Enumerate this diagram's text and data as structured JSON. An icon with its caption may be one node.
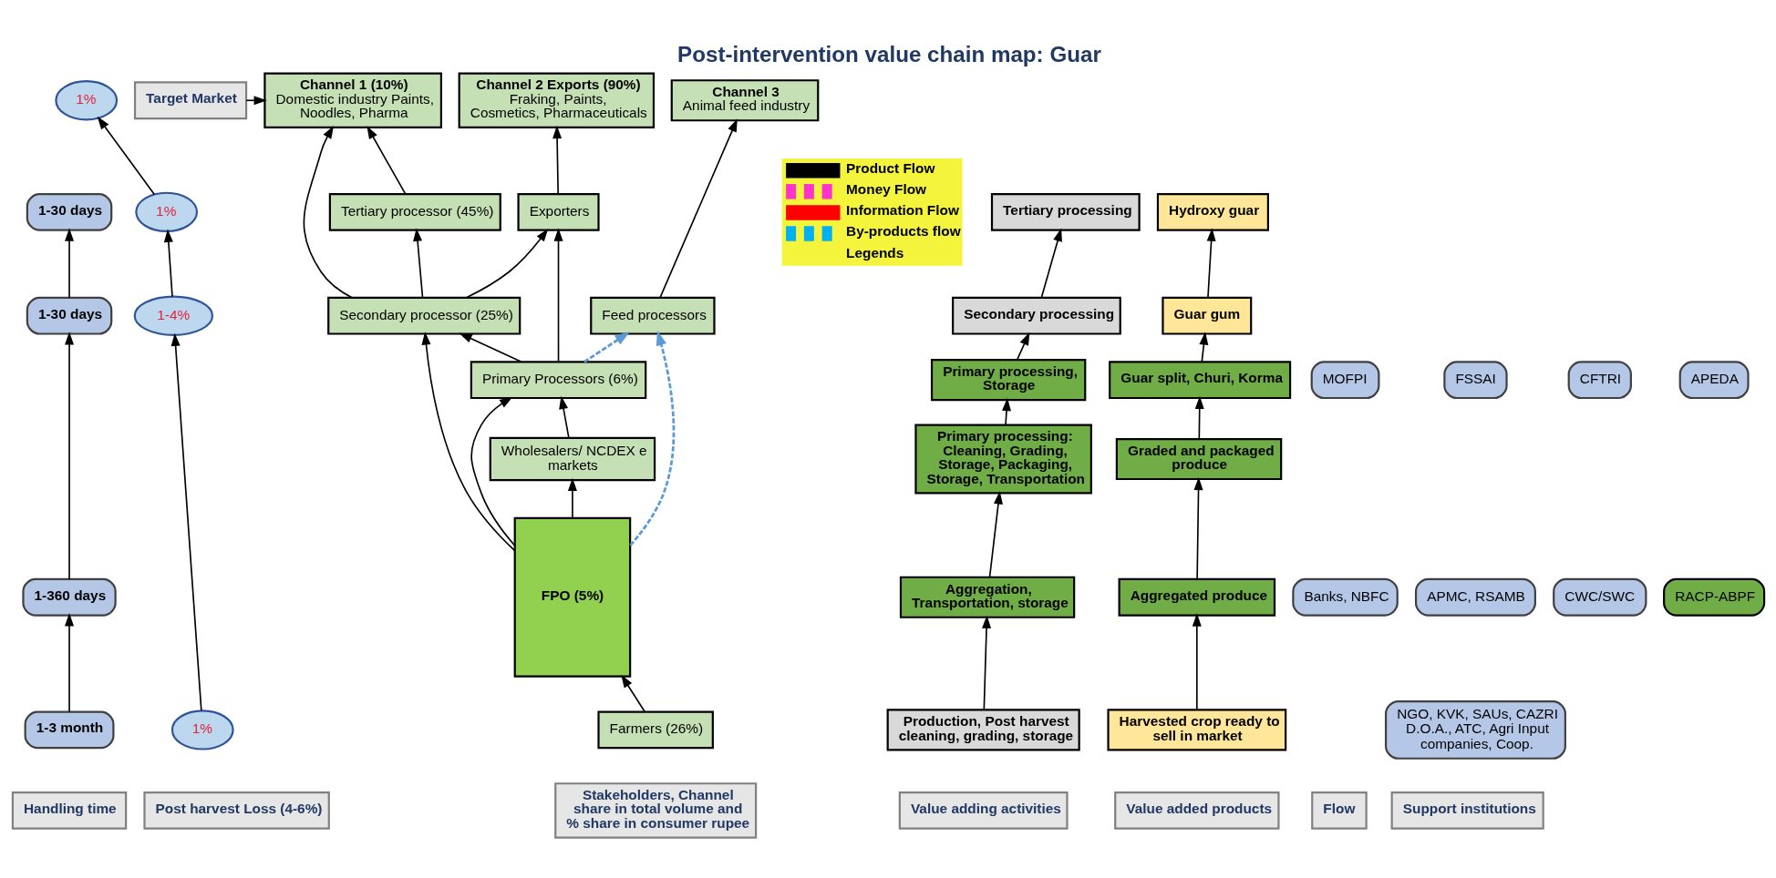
{
  "diagram": {
    "title": "Post-intervention value chain map: Guar",
    "nodes": [
      {
        "text": [
          "Target Market"
        ]
      },
      {
        "text": [
          "Channel 1 (10%)",
          "Domestic industry Paints, Noodles, Pharma"
        ]
      },
      {
        "text": [
          "Channel 2 Exports (90%)",
          "Fraking, Paints, Cosmetics, Pharmaceuticals"
        ]
      },
      {
        "text": [
          "Channel 3",
          "Animal feed industry"
        ]
      },
      {
        "text": [
          "1-30 days"
        ]
      },
      {
        "text": [
          "1-30 days"
        ]
      },
      {
        "text": [
          "1-360 days"
        ]
      },
      {
        "text": [
          "1-3 month"
        ]
      },
      {
        "text": [
          "1%"
        ]
      },
      {
        "text": [
          "1%"
        ]
      },
      {
        "text": [
          "1-4%"
        ]
      },
      {
        "text": [
          "1%"
        ]
      },
      {
        "text": [
          "Tertiary processor (45%)"
        ]
      },
      {
        "text": [
          "Exporters"
        ]
      },
      {
        "text": [
          "Secondary processor (25%)"
        ]
      },
      {
        "text": [
          "Feed processors"
        ]
      },
      {
        "text": [
          "Primary Processors (6%)"
        ]
      },
      {
        "text": [
          "Wholesalers/ NCDEX e markets"
        ]
      },
      {
        "text": [
          "FPO (5%)"
        ]
      },
      {
        "text": [
          "Farmers (26%)"
        ]
      },
      {
        "text": [
          "Tertiary processing"
        ]
      },
      {
        "text": [
          "Secondary processing"
        ]
      },
      {
        "text": [
          "Primary processing, Storage"
        ]
      },
      {
        "text": [
          "Primary processing: Cleaning, Grading, Storage, Packaging, Storage, Transportation"
        ]
      },
      {
        "text": [
          "Aggregation, Transportation, storage"
        ]
      },
      {
        "text": [
          "Production, Post harvest cleaning, grading, storage"
        ]
      },
      {
        "text": [
          "Hydroxy guar"
        ]
      },
      {
        "text": [
          "Guar gum"
        ]
      },
      {
        "text": [
          "Guar split, Churi, Korma"
        ]
      },
      {
        "text": [
          "Graded and packaged produce"
        ]
      },
      {
        "text": [
          "Aggregated produce"
        ]
      },
      {
        "text": [
          "Harvested crop ready to sell in market"
        ]
      },
      {
        "text": [
          "FSSAI"
        ]
      },
      {
        "text": [
          "CFTRI"
        ]
      },
      {
        "text": [
          "APEDA"
        ]
      },
      {
        "text": [
          "MOFPI"
        ]
      },
      {
        "text": [
          "APMC, RSAMB"
        ]
      },
      {
        "text": [
          "CWC/SWC"
        ]
      },
      {
        "text": [
          "RACP-ABPF"
        ]
      },
      {
        "text": [
          "Banks, NBFC"
        ]
      },
      {
        "text": [
          "NGO, KVK, SAUs, CAZRI D.O.A., ATC, Agri Input companies, Coop."
        ]
      },
      {
        "text": [
          "Handling time"
        ]
      },
      {
        "text": [
          "Post harvest Loss (4-6%)"
        ]
      },
      {
        "text": [
          "Stakeholders, Channel share in total volume and % share in consumer rupee"
        ]
      },
      {
        "text": [
          "Value adding activities"
        ]
      },
      {
        "text": [
          "Value added products"
        ]
      },
      {
        "text": [
          "Flow"
        ]
      },
      {
        "text": [
          "Support institutions"
        ]
      }
    ],
    "edges": [
      {
        "from": 0,
        "to": 1,
        "arrow": "to"
      },
      {
        "from": 12,
        "to": 1,
        "arrow": "to"
      },
      {
        "from": 14,
        "to": 1,
        "arrow": "to"
      },
      {
        "from": 14,
        "to": 12,
        "arrow": "to"
      },
      {
        "from": 13,
        "to": 2,
        "arrow": "to"
      },
      {
        "from": 14,
        "to": 13,
        "arrow": "to"
      },
      {
        "from": 16,
        "to": 13,
        "arrow": "to"
      },
      {
        "from": 15,
        "to": 3,
        "arrow": "to"
      },
      {
        "from": 16,
        "to": 14,
        "arrow": "to"
      },
      {
        "from": 18,
        "to": 14,
        "arrow": "to"
      },
      {
        "from": 17,
        "to": 16,
        "arrow": "to"
      },
      {
        "from": 18,
        "to": 16,
        "arrow": "to"
      },
      {
        "from": 18,
        "to": 17,
        "arrow": "to"
      },
      {
        "from": 19,
        "to": 18,
        "arrow": "to"
      },
      {
        "from": 16,
        "to": 15,
        "arrow": "to",
        "style": "dashed",
        "color": "#5b9bd5"
      },
      {
        "from": 18,
        "to": 15,
        "arrow": "to",
        "style": "dashed",
        "color": "#5b9bd5"
      },
      {
        "from": 7,
        "to": 6,
        "arrow": "to"
      },
      {
        "from": 6,
        "to": 5,
        "arrow": "to"
      },
      {
        "from": 5,
        "to": 4,
        "arrow": "to"
      },
      {
        "from": 11,
        "to": 10,
        "arrow": "to"
      },
      {
        "from": 10,
        "to": 9,
        "arrow": "to"
      },
      {
        "from": 9,
        "to": 8,
        "arrow": "to"
      },
      {
        "from": 25,
        "to": 24,
        "arrow": "to"
      },
      {
        "from": 24,
        "to": 23,
        "arrow": "to"
      },
      {
        "from": 23,
        "to": 22,
        "arrow": "to"
      },
      {
        "from": 22,
        "to": 21,
        "arrow": "to"
      },
      {
        "from": 21,
        "to": 20,
        "arrow": "to"
      },
      {
        "from": 31,
        "to": 30,
        "arrow": "to"
      },
      {
        "from": 30,
        "to": 29,
        "arrow": "to"
      },
      {
        "from": 29,
        "to": 28,
        "arrow": "to"
      },
      {
        "from": 28,
        "to": 27,
        "arrow": "to"
      },
      {
        "from": 27,
        "to": 26,
        "arrow": "to"
      }
    ],
    "labels": [
      "Legends"
    ],
    "legend": [
      {
        "text": "Product Flow"
      },
      {
        "text": "Money Flow"
      },
      {
        "text": "Information Flow"
      },
      {
        "text": "By-products flow"
      }
    ]
  }
}
